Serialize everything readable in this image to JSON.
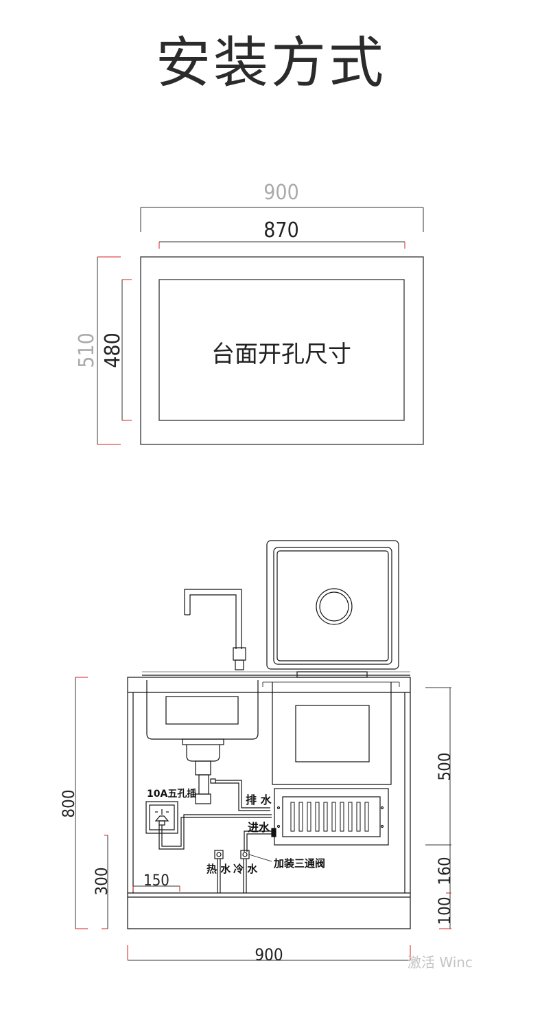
{
  "title": "安装方式",
  "top_view": {
    "outer_width": "900",
    "inner_width": "870",
    "outer_height": "510",
    "inner_height": "480",
    "center_label": "台面开孔尺寸"
  },
  "front_view": {
    "total_height": "800",
    "socket_height": "300",
    "socket_offset": "150",
    "right_upper": "500",
    "right_middle": "160",
    "right_lower": "100",
    "total_width": "900",
    "socket_label": "10A五孔插",
    "drain_label": "排 水",
    "inlet_label": "进水",
    "hot_water_label": "热 水",
    "cold_water_label": "冷 水",
    "valve_label": "加装三通阀"
  },
  "watermark": "激活 Winc"
}
